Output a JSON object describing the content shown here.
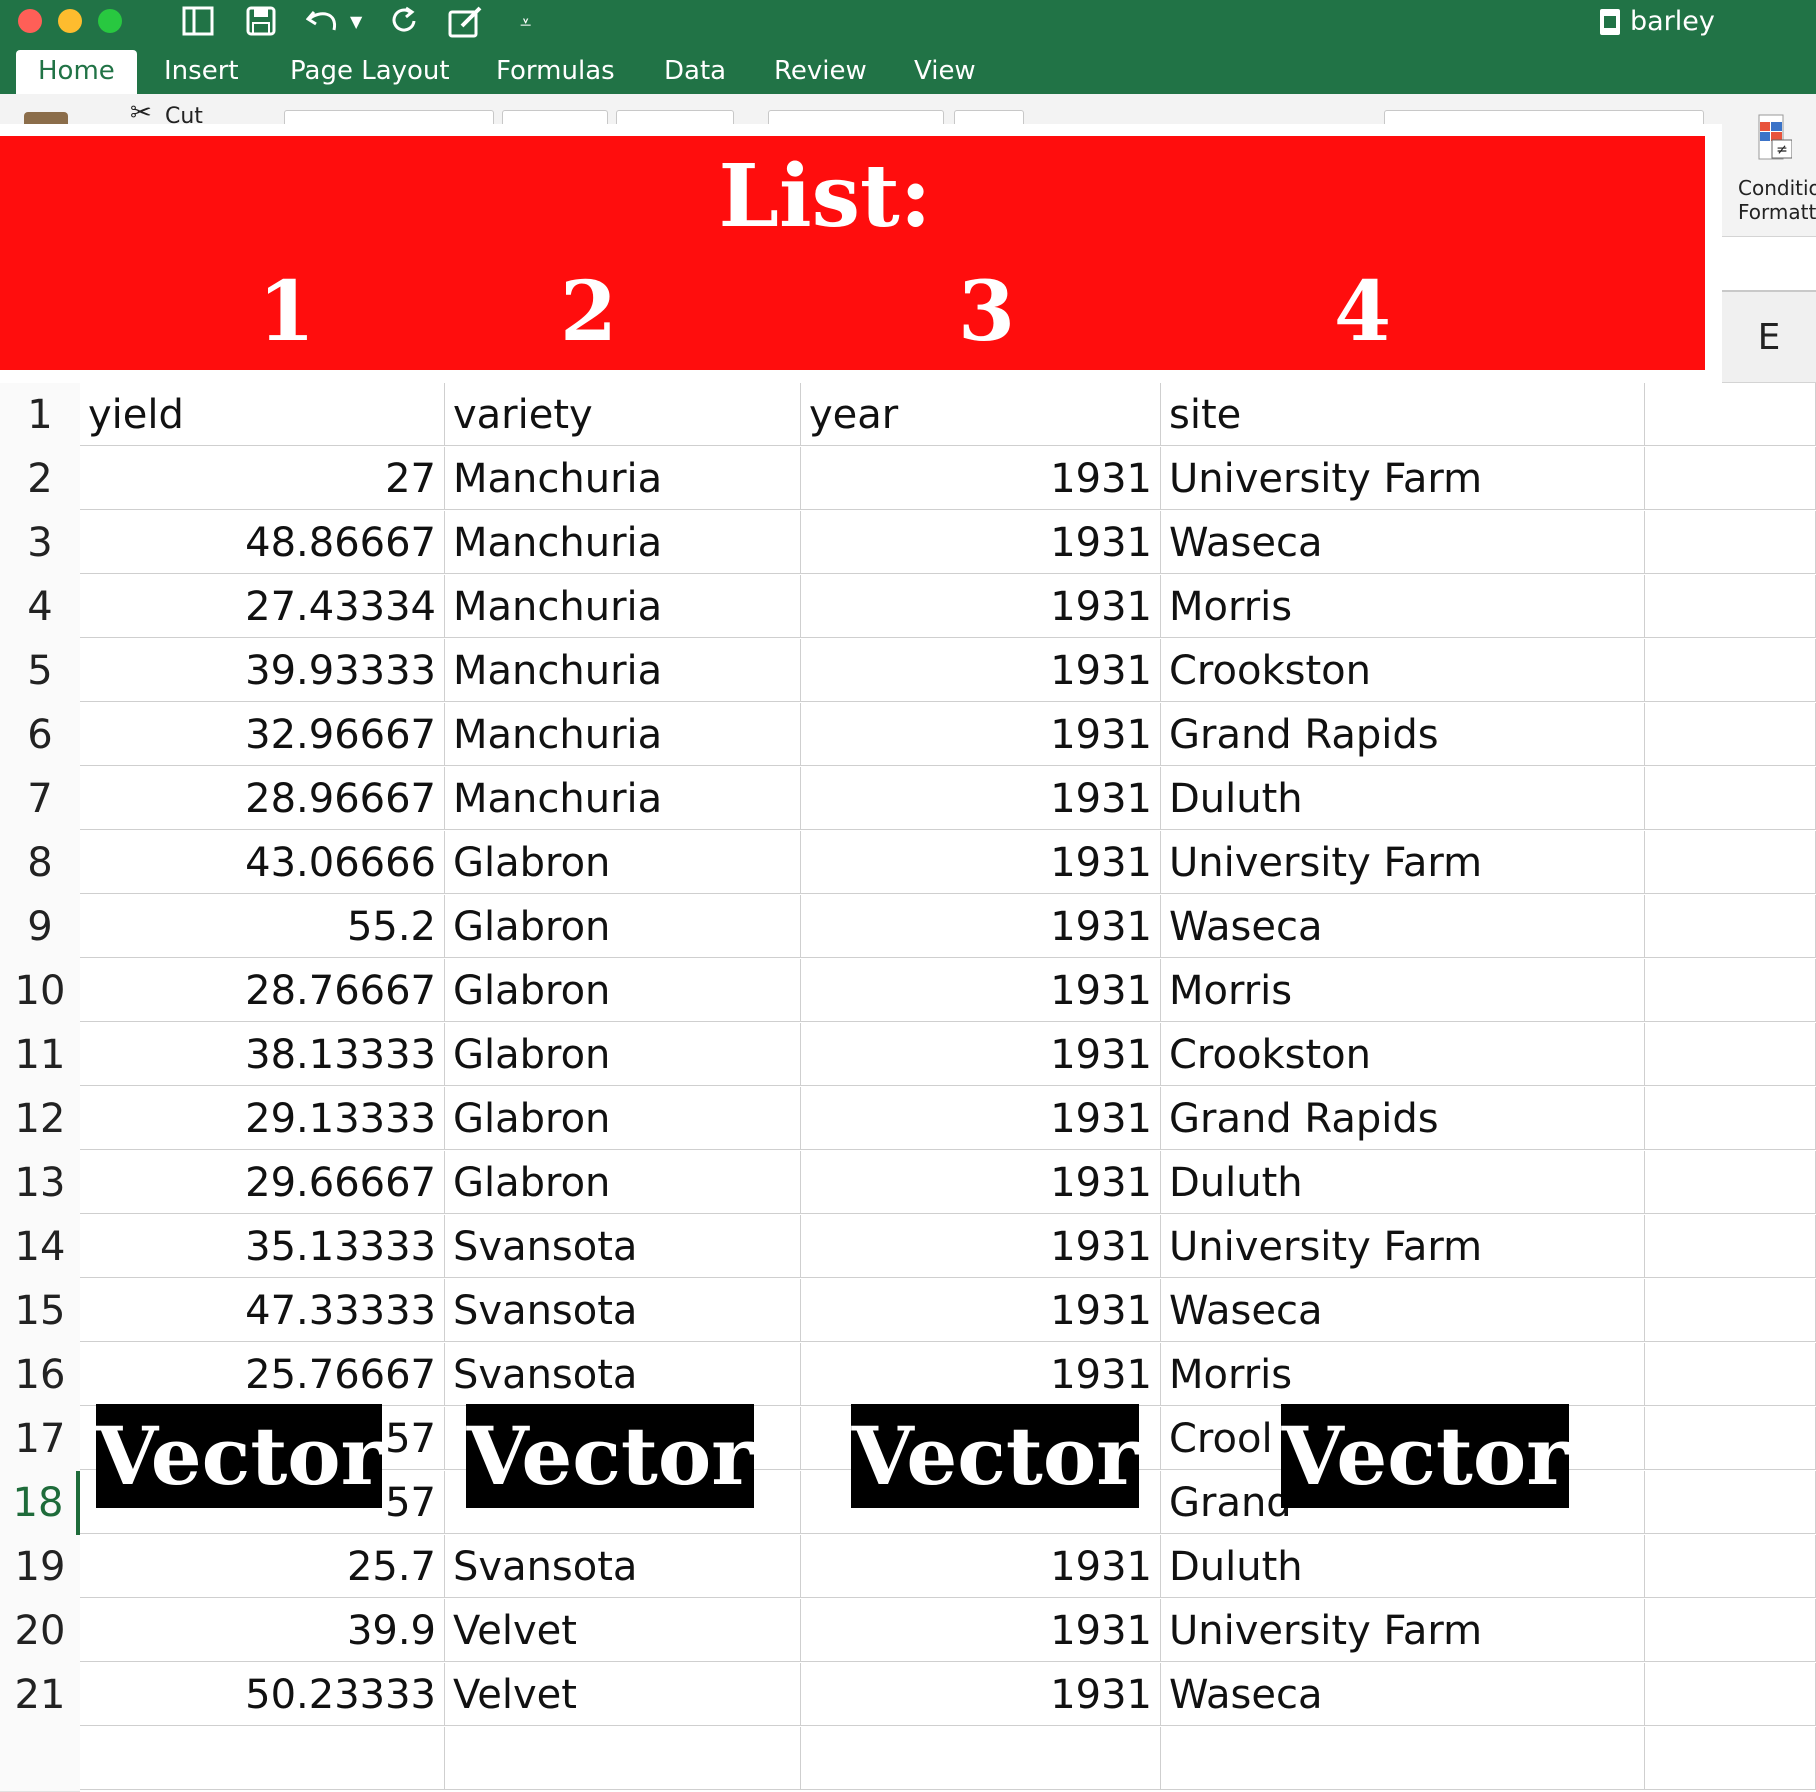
{
  "window": {
    "title": "barley"
  },
  "toolbar": {
    "icons": [
      "sidebar-icon",
      "save-icon",
      "undo-icon",
      "undo-dropdown-icon",
      "redo-icon",
      "edit-icon",
      "customize-icon"
    ]
  },
  "ribbon": {
    "tabs": [
      "Home",
      "Insert",
      "Page Layout",
      "Formulas",
      "Data",
      "Review",
      "View"
    ],
    "active_tab": "Home",
    "cut_label": "Cut",
    "conditional_formatting_label": "Conditio\nFormatt",
    "column_e_header": "E"
  },
  "banner": {
    "title": "List:",
    "numbers": [
      "1",
      "2",
      "3",
      "4"
    ],
    "color": "#ff0d0d"
  },
  "sheet": {
    "selected_row": "18",
    "rows": [
      {
        "n": "1",
        "a": "yield",
        "b": "variety",
        "c": "year",
        "d": "site"
      },
      {
        "n": "2",
        "a": "27",
        "b": "Manchuria",
        "c": "1931",
        "d": "University Farm"
      },
      {
        "n": "3",
        "a": "48.86667",
        "b": "Manchuria",
        "c": "1931",
        "d": "Waseca"
      },
      {
        "n": "4",
        "a": "27.43334",
        "b": "Manchuria",
        "c": "1931",
        "d": "Morris"
      },
      {
        "n": "5",
        "a": "39.93333",
        "b": "Manchuria",
        "c": "1931",
        "d": "Crookston"
      },
      {
        "n": "6",
        "a": "32.96667",
        "b": "Manchuria",
        "c": "1931",
        "d": "Grand Rapids"
      },
      {
        "n": "7",
        "a": "28.96667",
        "b": "Manchuria",
        "c": "1931",
        "d": "Duluth"
      },
      {
        "n": "8",
        "a": "43.06666",
        "b": "Glabron",
        "c": "1931",
        "d": "University Farm"
      },
      {
        "n": "9",
        "a": "55.2",
        "b": "Glabron",
        "c": "1931",
        "d": "Waseca"
      },
      {
        "n": "10",
        "a": "28.76667",
        "b": "Glabron",
        "c": "1931",
        "d": "Morris"
      },
      {
        "n": "11",
        "a": "38.13333",
        "b": "Glabron",
        "c": "1931",
        "d": "Crookston"
      },
      {
        "n": "12",
        "a": "29.13333",
        "b": "Glabron",
        "c": "1931",
        "d": "Grand Rapids"
      },
      {
        "n": "13",
        "a": "29.66667",
        "b": "Glabron",
        "c": "1931",
        "d": "Duluth"
      },
      {
        "n": "14",
        "a": "35.13333",
        "b": "Svansota",
        "c": "1931",
        "d": "University Farm"
      },
      {
        "n": "15",
        "a": "47.33333",
        "b": "Svansota",
        "c": "1931",
        "d": "Waseca"
      },
      {
        "n": "16",
        "a": "25.76667",
        "b": "Svansota",
        "c": "1931",
        "d": "Morris"
      },
      {
        "n": "17",
        "a": "57",
        "b": "",
        "c": "",
        "d": "Crool"
      },
      {
        "n": "18",
        "a": "57",
        "b": "",
        "c": "",
        "d": "Grand"
      },
      {
        "n": "19",
        "a": "25.7",
        "b": "Svansota",
        "c": "1931",
        "d": "Duluth"
      },
      {
        "n": "20",
        "a": "39.9",
        "b": "Velvet",
        "c": "1931",
        "d": "University Farm"
      },
      {
        "n": "21",
        "a": "50.23333",
        "b": "Velvet",
        "c": "1931",
        "d": "Waseca"
      }
    ]
  },
  "overlays": {
    "vector_labels": [
      "Vector",
      "Vector",
      "Vector",
      "Vector"
    ]
  }
}
